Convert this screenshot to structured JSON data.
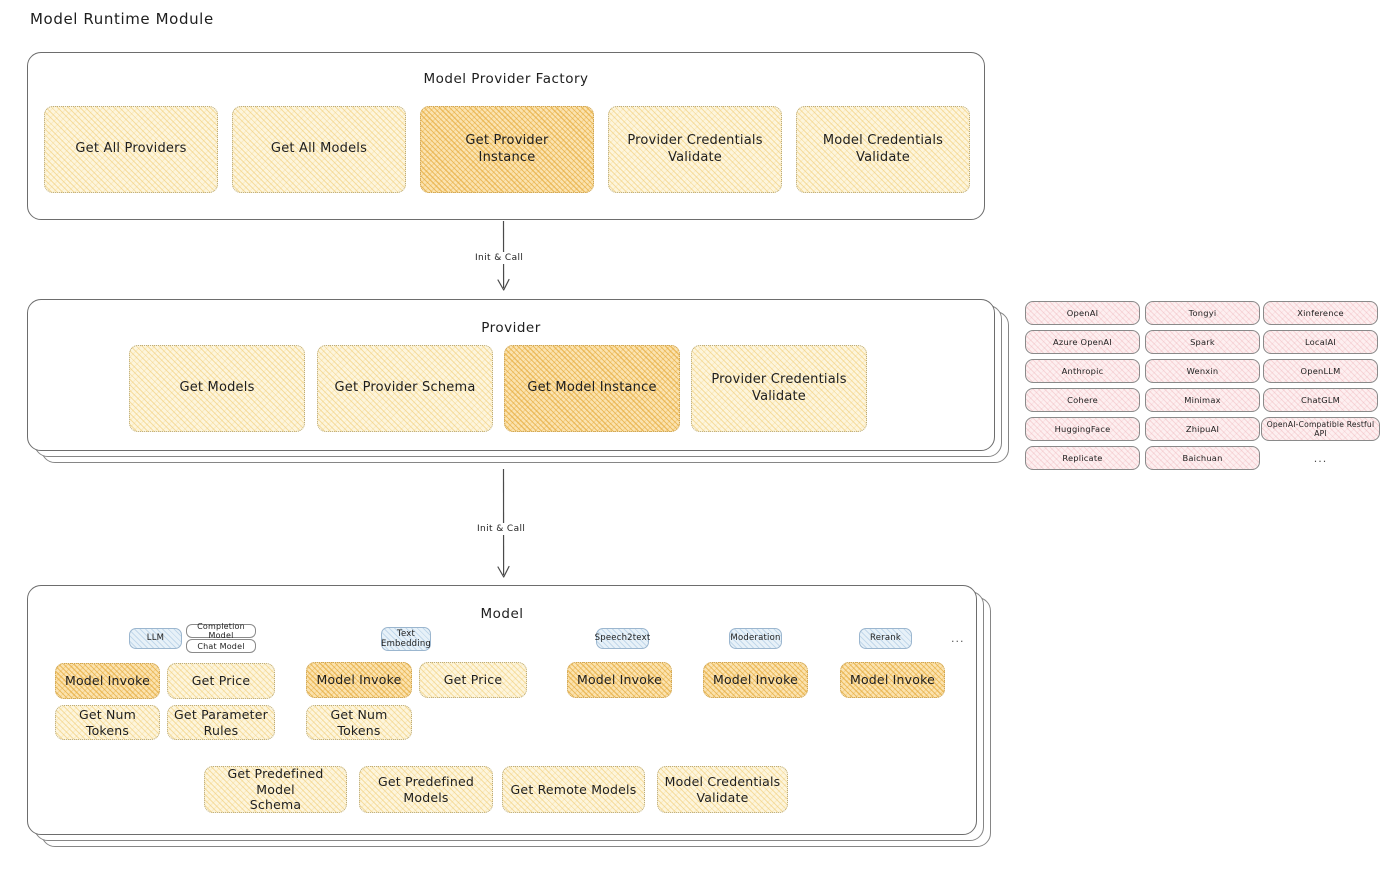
{
  "page": {
    "title": "Model Runtime Module"
  },
  "factory": {
    "title": "Model Provider Factory",
    "nodes": [
      {
        "label": "Get All Providers",
        "highlight": false
      },
      {
        "label": "Get All Models",
        "highlight": false
      },
      {
        "label": "Get Provider\nInstance",
        "highlight": true
      },
      {
        "label": "Provider Credentials\nValidate",
        "highlight": false
      },
      {
        "label": "Model Credentials\nValidate",
        "highlight": false
      }
    ]
  },
  "arrow_factory_to_provider": {
    "label": "Init & Call"
  },
  "provider": {
    "title": "Provider",
    "nodes": [
      {
        "label": "Get Models",
        "highlight": false
      },
      {
        "label": "Get Provider Schema",
        "highlight": false
      },
      {
        "label": "Get Model Instance",
        "highlight": true
      },
      {
        "label": "Provider Credentials\nValidate",
        "highlight": false
      }
    ]
  },
  "arrow_provider_to_model": {
    "label": "Init & Call"
  },
  "provider_list": {
    "columns": [
      [
        "OpenAI",
        "Azure OpenAI",
        "Anthropic",
        "Cohere",
        "HuggingFace",
        "Replicate"
      ],
      [
        "Tongyi",
        "Spark",
        "Wenxin",
        "Minimax",
        "ZhipuAI",
        "Baichuan"
      ],
      [
        "Xinference",
        "LocalAI",
        "OpenLLM",
        "ChatGLM",
        "OpenAI-Compatible Restful API"
      ]
    ],
    "more": "..."
  },
  "model": {
    "title": "Model",
    "more": "...",
    "types": [
      {
        "name": "LLM",
        "subtags": [
          "Completion Model",
          "Chat Model"
        ],
        "methods": [
          {
            "label": "Model Invoke",
            "highlight": true
          },
          {
            "label": "Get Price",
            "highlight": false
          },
          {
            "label": "Get Num Tokens",
            "highlight": false
          },
          {
            "label": "Get Parameter\nRules",
            "highlight": false
          }
        ]
      },
      {
        "name": "Text\nEmbedding",
        "subtags": [],
        "methods": [
          {
            "label": "Model Invoke",
            "highlight": true
          },
          {
            "label": "Get Price",
            "highlight": false
          },
          {
            "label": "Get Num Tokens",
            "highlight": false
          }
        ]
      },
      {
        "name": "Speech2text",
        "subtags": [],
        "methods": [
          {
            "label": "Model Invoke",
            "highlight": true
          }
        ]
      },
      {
        "name": "Moderation",
        "subtags": [],
        "methods": [
          {
            "label": "Model Invoke",
            "highlight": true
          }
        ]
      },
      {
        "name": "Rerank",
        "subtags": [],
        "methods": [
          {
            "label": "Model Invoke",
            "highlight": true
          }
        ]
      }
    ],
    "shared_methods": [
      {
        "label": "Get Predefined Model\nSchema"
      },
      {
        "label": "Get Predefined\nModels"
      },
      {
        "label": "Get Remote Models"
      },
      {
        "label": "Model Credentials\nValidate"
      }
    ]
  },
  "colors": {
    "node_fill": "#fdf5dc",
    "node_highlight_fill": "#fbe3b0",
    "chip_fill": "#fdeff0",
    "tag_blue_fill": "#e7f1f8",
    "stroke": "#6d6d6d",
    "text": "#1e1e1e"
  }
}
